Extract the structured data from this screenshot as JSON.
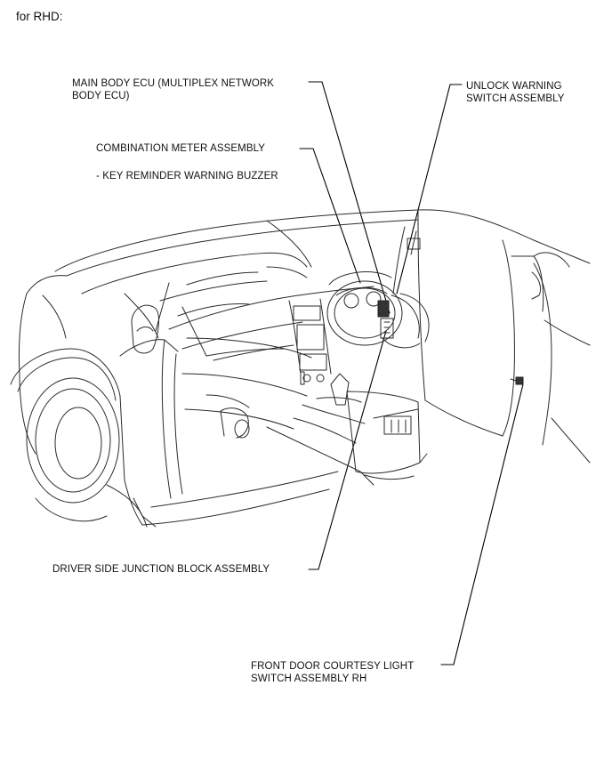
{
  "header": "for RHD:",
  "labels": {
    "main_body_ecu_line1": "MAIN BODY ECU (MULTIPLEX NETWORK",
    "main_body_ecu_line2": "BODY ECU)",
    "unlock_warning_line1": "UNLOCK WARNING",
    "unlock_warning_line2": "SWITCH ASSEMBLY",
    "combination_meter": "COMBINATION METER ASSEMBLY",
    "key_reminder": "- KEY REMINDER WARNING BUZZER",
    "driver_junction_block": "DRIVER SIDE JUNCTION BLOCK ASSEMBLY",
    "courtesy_switch_line1": "FRONT DOOR COURTESY LIGHT",
    "courtesy_switch_line2": "SWITCH ASSEMBLY RH"
  }
}
